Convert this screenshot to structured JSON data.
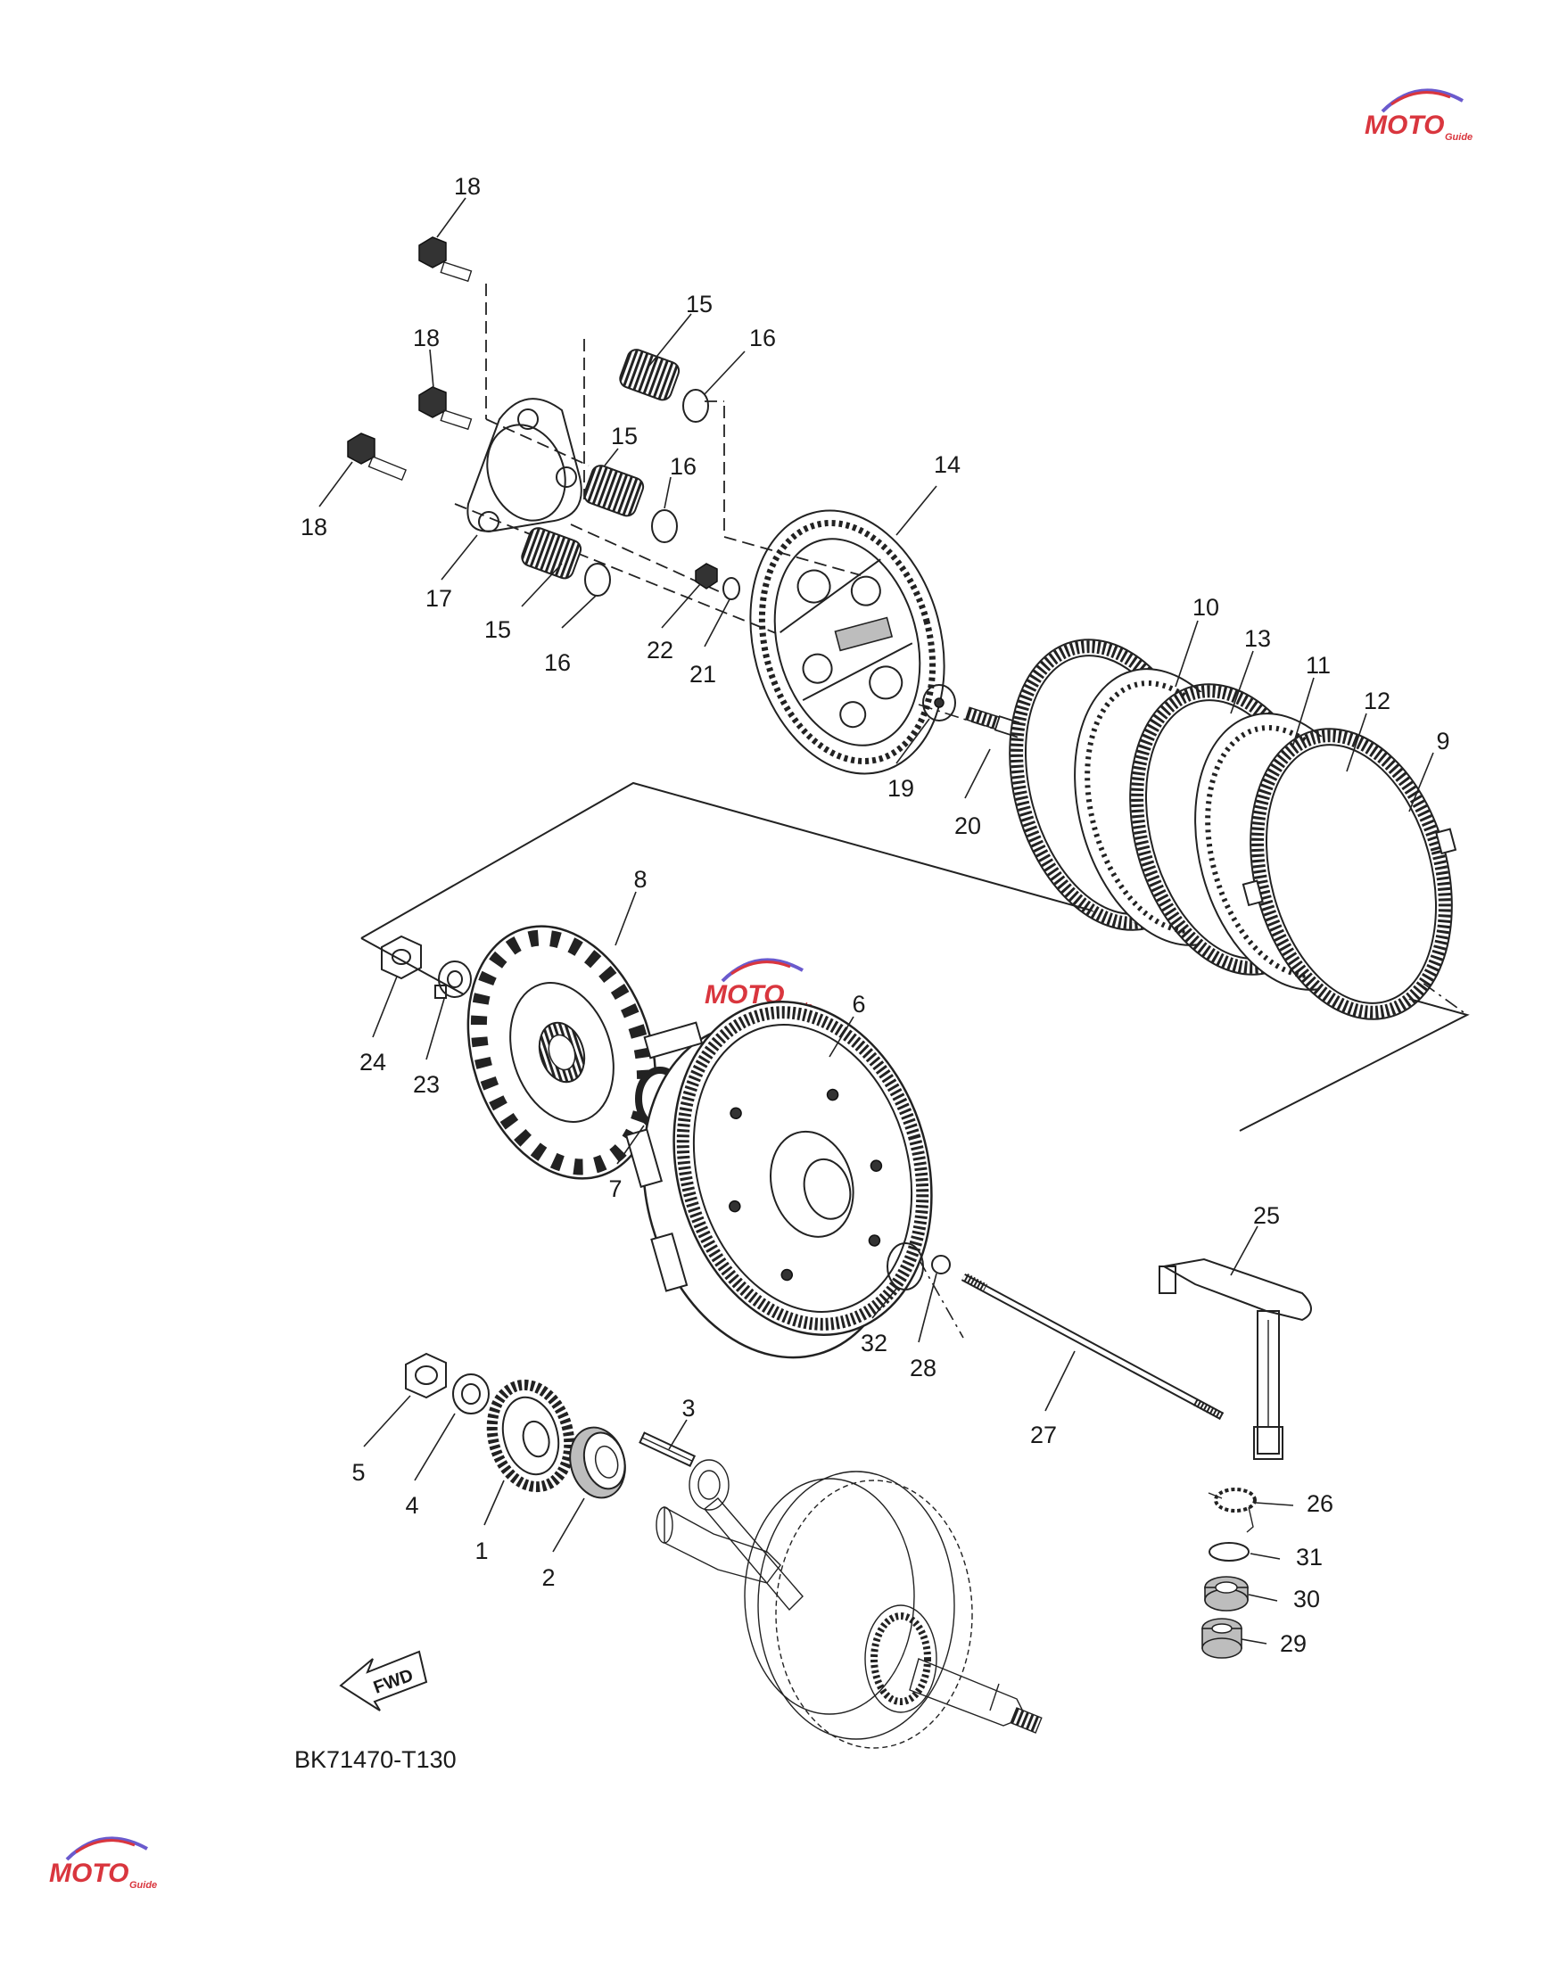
{
  "diagram": {
    "reference_code": "BK71470-T130",
    "direction_marker": "FWD",
    "watermark": {
      "text": "MOTO",
      "subtext": "Guide",
      "color_primary": "#d9363e",
      "color_secondary": "#6a5acd"
    },
    "part_labels": [
      {
        "id": "p18a",
        "text": "18"
      },
      {
        "id": "p18b",
        "text": "18"
      },
      {
        "id": "p18c",
        "text": "18"
      },
      {
        "id": "p15a",
        "text": "15"
      },
      {
        "id": "p15b",
        "text": "15"
      },
      {
        "id": "p15c",
        "text": "15"
      },
      {
        "id": "p16a",
        "text": "16"
      },
      {
        "id": "p16b",
        "text": "16"
      },
      {
        "id": "p16c",
        "text": "16"
      },
      {
        "id": "p17",
        "text": "17"
      },
      {
        "id": "p14",
        "text": "14"
      },
      {
        "id": "p22",
        "text": "22"
      },
      {
        "id": "p21",
        "text": "21"
      },
      {
        "id": "p19",
        "text": "19"
      },
      {
        "id": "p20",
        "text": "20"
      },
      {
        "id": "p10",
        "text": "10"
      },
      {
        "id": "p13",
        "text": "13"
      },
      {
        "id": "p11",
        "text": "11"
      },
      {
        "id": "p12",
        "text": "12"
      },
      {
        "id": "p9",
        "text": "9"
      },
      {
        "id": "p8",
        "text": "8"
      },
      {
        "id": "p24",
        "text": "24"
      },
      {
        "id": "p23",
        "text": "23"
      },
      {
        "id": "p7",
        "text": "7"
      },
      {
        "id": "p6",
        "text": "6"
      },
      {
        "id": "p25",
        "text": "25"
      },
      {
        "id": "p32",
        "text": "32"
      },
      {
        "id": "p28",
        "text": "28"
      },
      {
        "id": "p27",
        "text": "27"
      },
      {
        "id": "p5",
        "text": "5"
      },
      {
        "id": "p4",
        "text": "4"
      },
      {
        "id": "p1",
        "text": "1"
      },
      {
        "id": "p2",
        "text": "2"
      },
      {
        "id": "p3",
        "text": "3"
      },
      {
        "id": "p26",
        "text": "26"
      },
      {
        "id": "p31",
        "text": "31"
      },
      {
        "id": "p30",
        "text": "30"
      },
      {
        "id": "p29",
        "text": "29"
      }
    ]
  }
}
